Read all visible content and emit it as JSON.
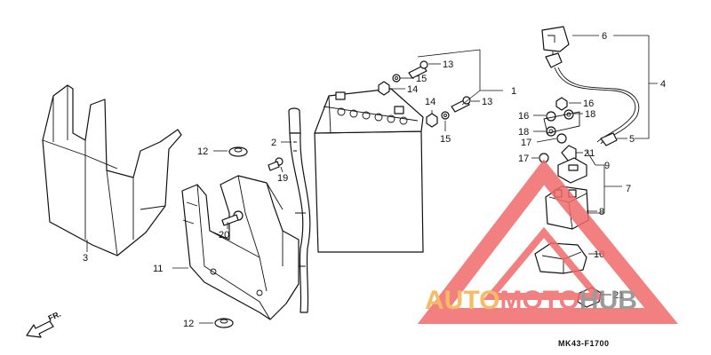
{
  "diagram": {
    "code": "MK43-F1700",
    "direction_label": "FR.",
    "watermark": {
      "part1": "AUTO",
      "part2": "MOTO",
      "part3": "HUB",
      "color_orange": "#f5b048",
      "color_red": "#f06a6a",
      "color_dark": "#8a8a8a"
    },
    "callouts": [
      {
        "id": "c1",
        "label": "1"
      },
      {
        "id": "c2",
        "label": "2"
      },
      {
        "id": "c3",
        "label": "3"
      },
      {
        "id": "c4",
        "label": "4"
      },
      {
        "id": "c5",
        "label": "5"
      },
      {
        "id": "c6",
        "label": "6"
      },
      {
        "id": "c7",
        "label": "7"
      },
      {
        "id": "c8",
        "label": "8"
      },
      {
        "id": "c9",
        "label": "9"
      },
      {
        "id": "c10",
        "label": "10"
      },
      {
        "id": "c11",
        "label": "11"
      },
      {
        "id": "c12a",
        "label": "12"
      },
      {
        "id": "c12b",
        "label": "12"
      },
      {
        "id": "c13a",
        "label": "13"
      },
      {
        "id": "c13b",
        "label": "13"
      },
      {
        "id": "c14a",
        "label": "14"
      },
      {
        "id": "c14b",
        "label": "14"
      },
      {
        "id": "c15a",
        "label": "15"
      },
      {
        "id": "c15b",
        "label": "15"
      },
      {
        "id": "c16a",
        "label": "16"
      },
      {
        "id": "c16b",
        "label": "16"
      },
      {
        "id": "c17a",
        "label": "17"
      },
      {
        "id": "c17b",
        "label": "17"
      },
      {
        "id": "c18a",
        "label": "18"
      },
      {
        "id": "c18b",
        "label": "18"
      },
      {
        "id": "c19",
        "label": "19"
      },
      {
        "id": "c20",
        "label": "20"
      },
      {
        "id": "c21a",
        "label": "21"
      },
      {
        "id": "c21b",
        "label": "21"
      }
    ]
  }
}
